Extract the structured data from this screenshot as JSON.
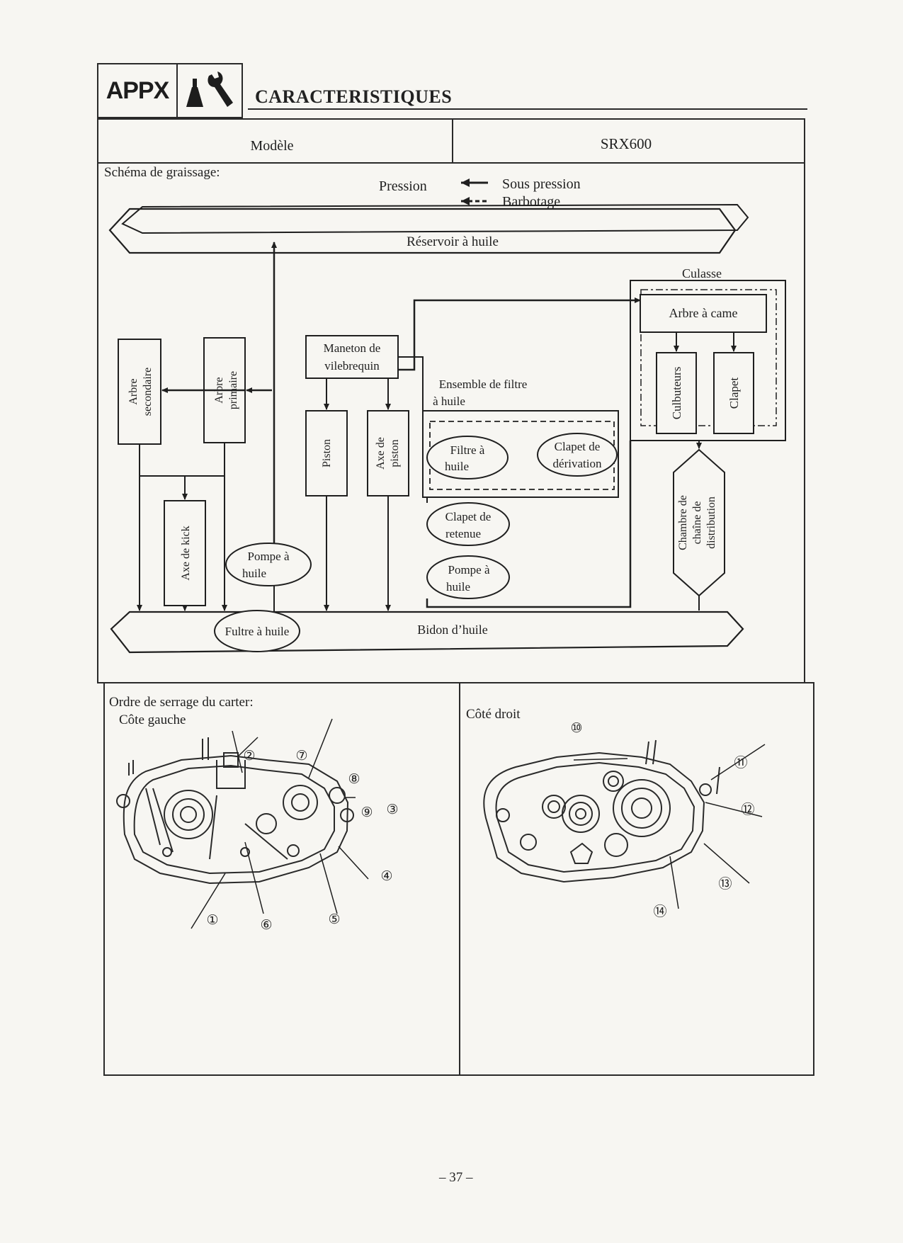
{
  "header": {
    "appx_label": "APPX",
    "icon": "tools-icon",
    "title": "CARACTERISTIQUES"
  },
  "spec_table": {
    "model_label": "Modèle",
    "model_value": "SRX600",
    "lubrication": {
      "heading": "Schéma de graissage:",
      "legend_title": "Pression",
      "legend_items": [
        {
          "label": "Sous pression",
          "line": "solid"
        },
        {
          "label": "Barbotage",
          "line": "dashed"
        }
      ],
      "nodes": {
        "reservoir": "Réservoir à huile",
        "culasse": "Culasse",
        "arbre_came": "Arbre à came",
        "culbuteurs": "Culbuteurs",
        "clapet": "Clapet",
        "maneton_1": "Maneton de",
        "maneton_2": "vilebrequin",
        "ensemble_1": "Ensemble de filtre",
        "ensemble_2": "à huile",
        "filtre_1": "Filtre à",
        "filtre_2": "huile",
        "derivation_1": "Clapet de",
        "derivation_2": "dérivation",
        "retenue_1": "Clapet de",
        "retenue_2": "retenue",
        "pompe_a_1": "Pompe à",
        "pompe_a_2": "huile",
        "pompe_b_1": "Pompe à",
        "pompe_b_2": "huile",
        "chambre_1": "Chambre de",
        "chambre_2": "chaîne de",
        "chambre_3": "distribution",
        "arbre_secondaire_1": "Arbre",
        "arbre_secondaire_2": "secondaire",
        "arbre_primaire_1": "Arbre",
        "arbre_primaire_2": "primaire",
        "piston": "Piston",
        "axe_piston_1": "Axe de",
        "axe_piston_2": "piston",
        "axe_kick": "Axe de kick",
        "fultre": "Fultre à huile",
        "bidon": "Bidon d’huile"
      }
    }
  },
  "crankcase_table": {
    "heading": "Ordre de serrage du carter:",
    "left_label": "Côte gauche",
    "right_label": "Côté droit",
    "left_callouts": [
      "①",
      "②",
      "③",
      "④",
      "⑤",
      "⑥",
      "⑦",
      "⑧",
      "⑨"
    ],
    "right_callouts": [
      "⑩",
      "⑪",
      "⑫",
      "⑬",
      "⑭"
    ]
  },
  "footer": {
    "page_number": "– 37 –"
  }
}
